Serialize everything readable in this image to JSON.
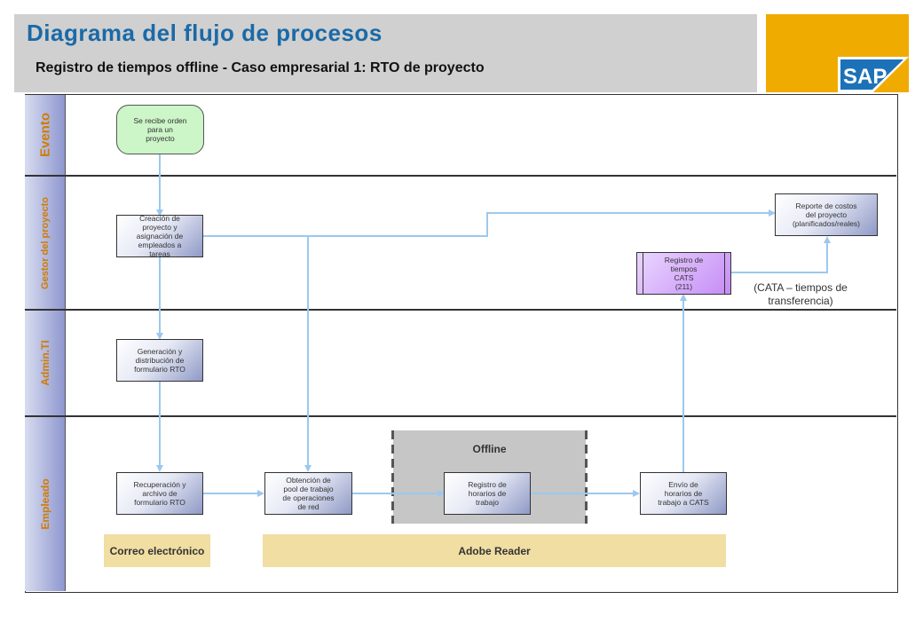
{
  "header": {
    "title": "Diagrama del flujo de procesos",
    "subtitle": "Registro de tiempos offline - Caso empresarial 1: RTO de proyecto",
    "logo_text": "SAP",
    "colors": {
      "title": "#1a6aa8",
      "header_bg": "#d0d0d0",
      "logo_bg": "#f0ab00"
    }
  },
  "lanes": {
    "evento": "Evento",
    "gestor": "Gestor del proyecto",
    "admin": "Admin.TI",
    "empleado": "Empleado"
  },
  "nodes": {
    "orden": "Se recibe orden\npara un\nproyecto",
    "creacion": "Creación de\nproyecto y\nasignación de\nempleados a\ntareas",
    "reporte": "Reporte de costos\ndel proyecto\n(planificados/reales)",
    "cats": "Registro de\ntiempos\nCATS\n(211)",
    "generacion": "Generación y\ndistribución de\nformulario RTO",
    "recuperacion": "Recuperación y\narchivo de\nformulario RTO",
    "obtencion": "Obtención de\npool de trabajo\nde operaciones\nde red",
    "registro": "Registro de\nhorarios de\ntrabajo",
    "envio": "Envío de\nhorarios de\ntrabajo a CATS"
  },
  "annotations": {
    "cata": "(CATA – tiempos de\ntransferencia)",
    "offline": "Offline",
    "correo": "Correo electrónico",
    "adobe": "Adobe Reader"
  }
}
